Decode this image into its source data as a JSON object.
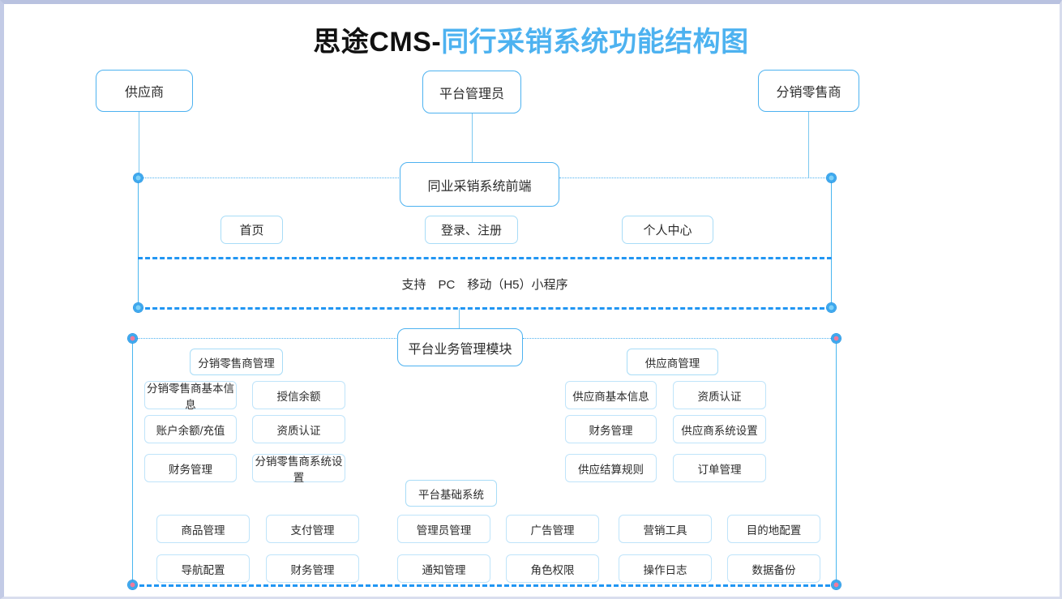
{
  "title": {
    "dark": "思途CMS-",
    "blue": "同行采销系统功能结构图"
  },
  "colors": {
    "accent_blue": "#4db2f0",
    "line_blue": "#7cc8f0",
    "dash_blue": "#2196f3",
    "node_border": "#a8dcf7",
    "text": "#2b2b2b",
    "frame": "#c3cbe6"
  },
  "actors": {
    "supplier": "供应商",
    "platform_admin": "平台管理员",
    "distributor_retailer": "分销零售商"
  },
  "frontend_group": {
    "title_node": "同业采销系统前端",
    "modules": [
      "首页",
      "登录、注册",
      "个人中心"
    ],
    "support_note": "支持　PC　移动（H5）小程序"
  },
  "business_group": {
    "title_node": "平台业务管理模块",
    "distributor_section": {
      "header": "分销零售商管理",
      "items": [
        "分销零售商基本信息",
        "授信余额",
        "账户余额/充值",
        "资质认证",
        "财务管理",
        "分销零售商系统设置"
      ]
    },
    "supplier_section": {
      "header": "供应商管理",
      "items": [
        "供应商基本信息",
        "资质认证",
        "财务管理",
        "供应商系统设置",
        "供应结算规则",
        "订单管理"
      ]
    },
    "base_system": {
      "header": "平台基础系统",
      "row1": [
        "商品管理",
        "支付管理",
        "管理员管理",
        "广告管理",
        "营销工具",
        "目的地配置"
      ],
      "row2": [
        "导航配置",
        "财务管理",
        "通知管理",
        "角色权限",
        "操作日志",
        "数据备份"
      ]
    }
  }
}
